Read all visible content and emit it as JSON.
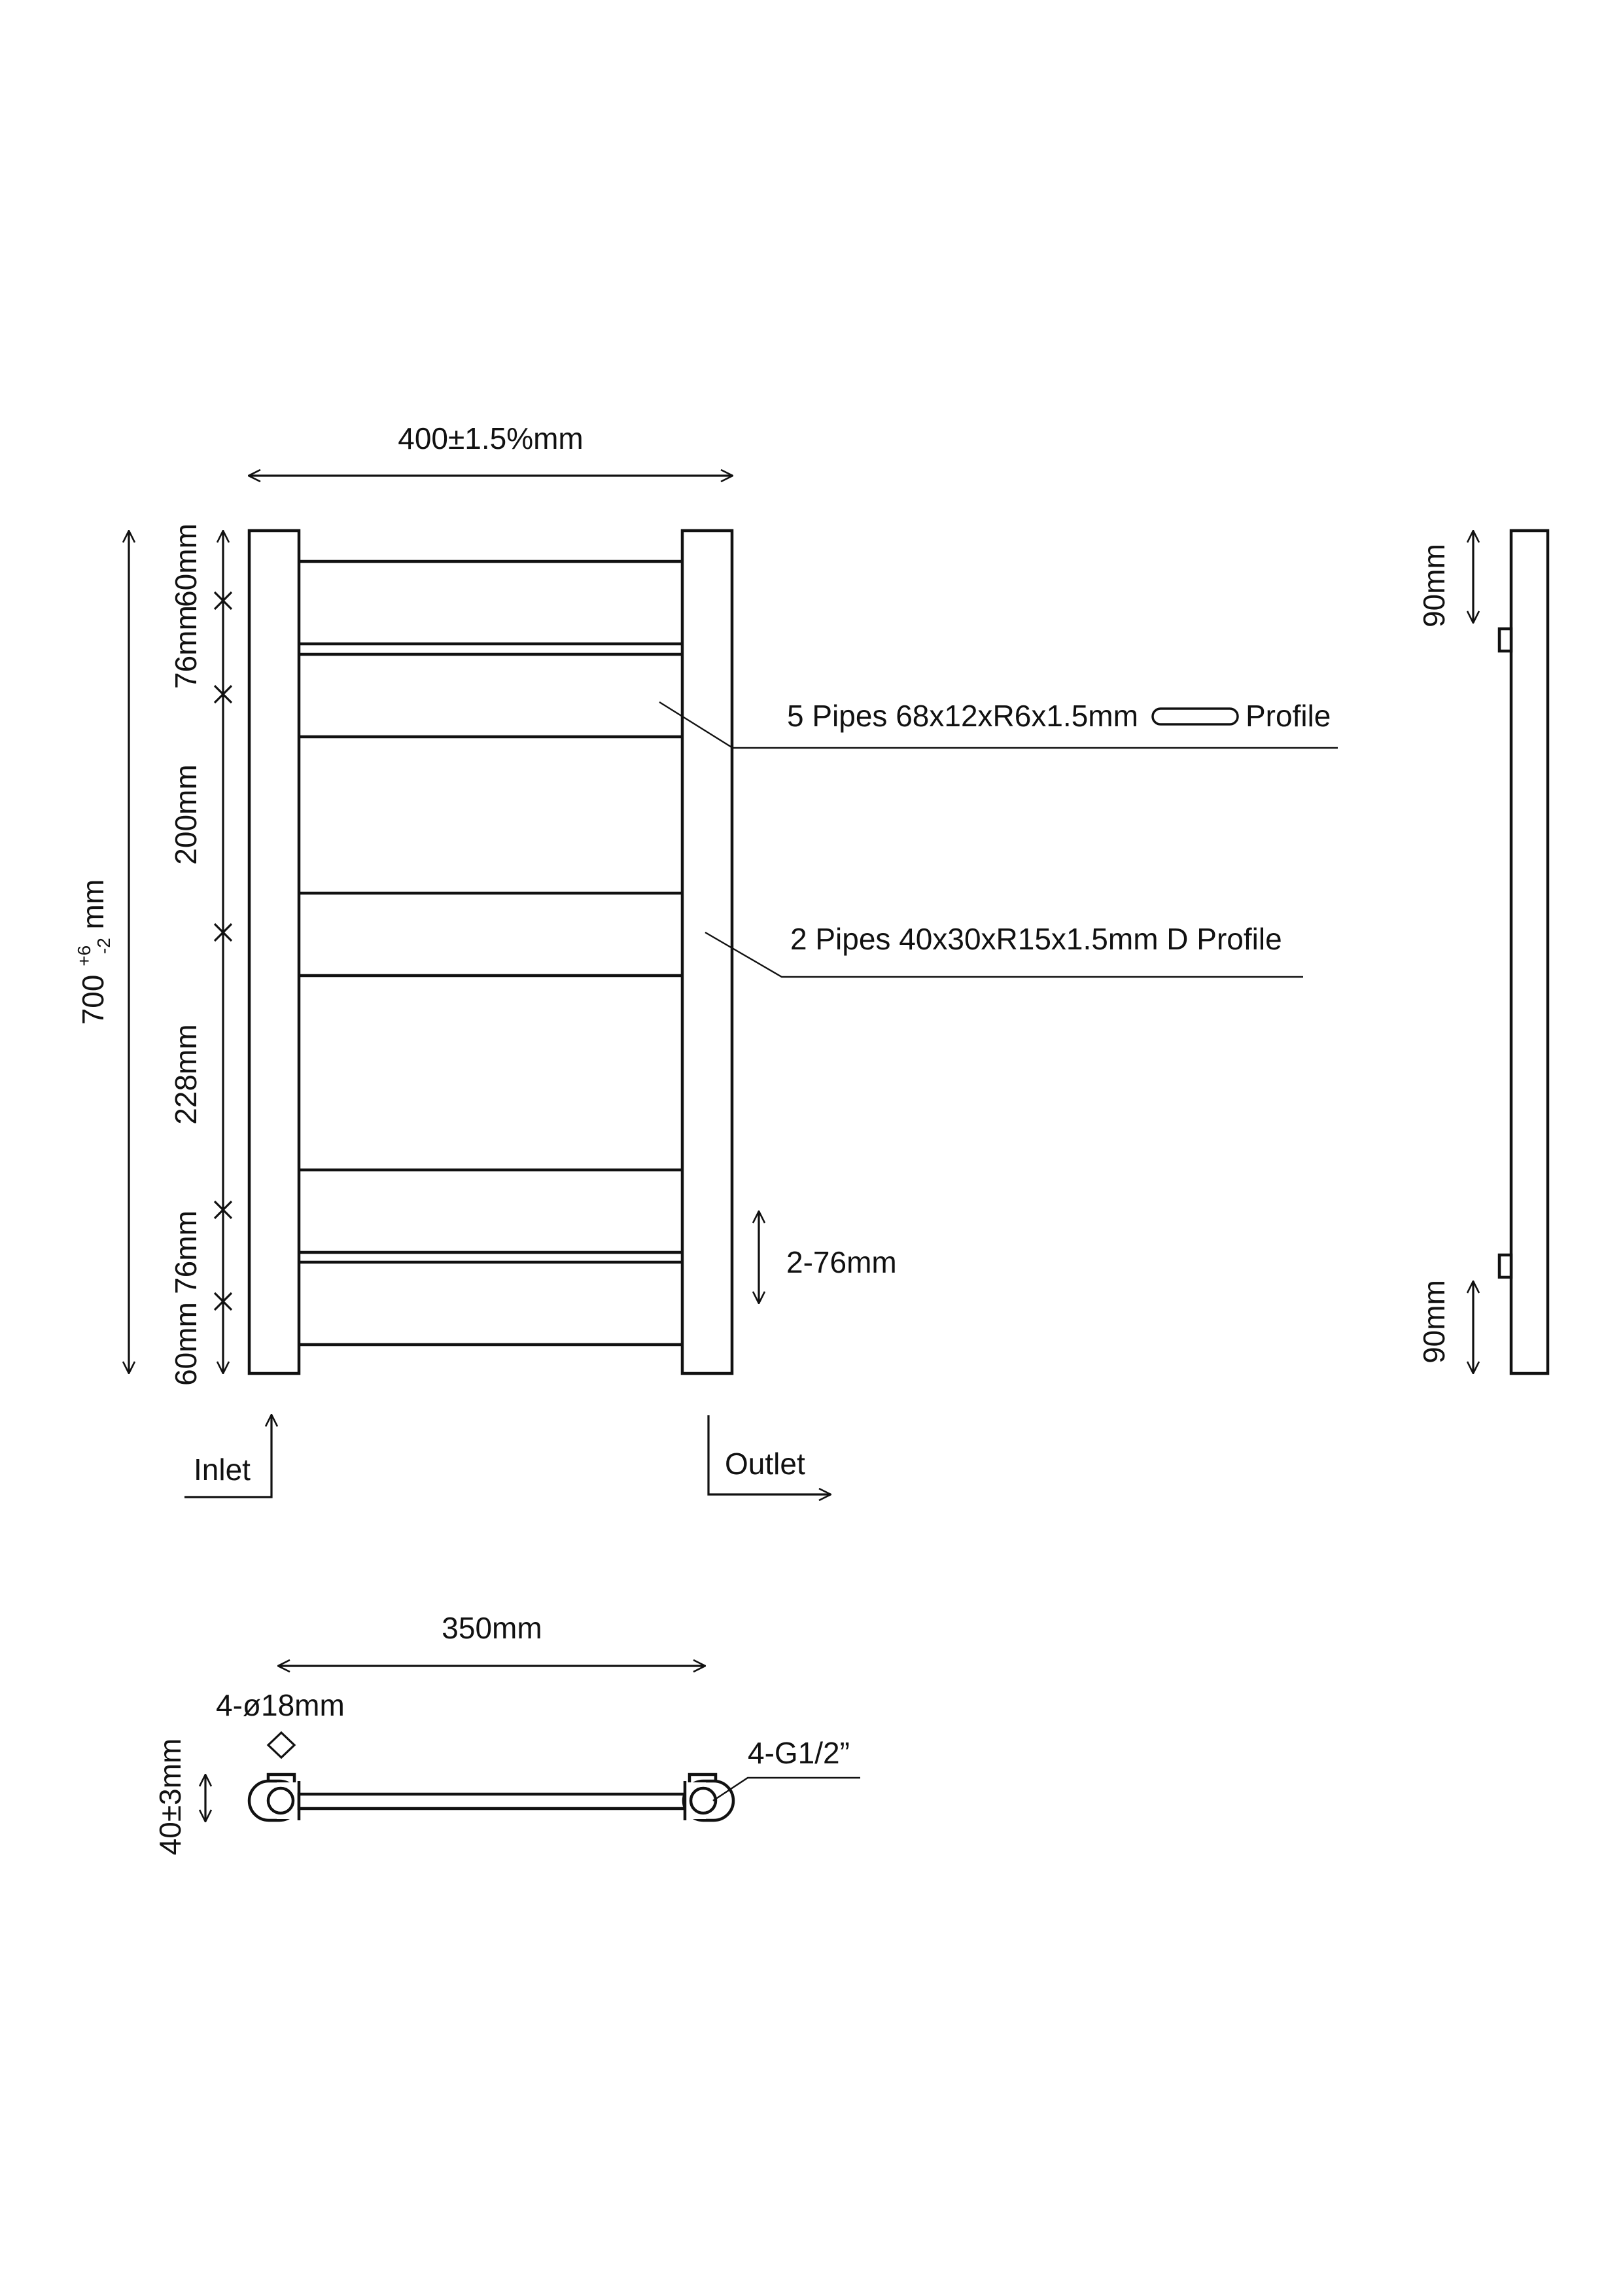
{
  "front_view": {
    "width_label": "400±1.5%mm",
    "height_label": {
      "value": "700",
      "plus": "+6",
      "minus": "-2",
      "unit": "mm"
    },
    "spacing_labels": [
      "60mm",
      "76mm",
      "200mm",
      "228mm",
      "76mm",
      "60mm"
    ],
    "pipe_note_1": "5 Pipes 68x12xR6x1.5mm",
    "pipe_note_1_suffix": "Profile",
    "pipe_note_2": "2 Pipes 40x30xR15x1.5mm D Profile",
    "gap_label": "2-76mm",
    "inlet_label": "Inlet",
    "outlet_label": "Outlet"
  },
  "side_view": {
    "top_label": "90mm",
    "bottom_label": "90mm"
  },
  "bottom_view": {
    "span_label": "350mm",
    "hole_label": "4-ø18mm",
    "depth_label": "40±3mm",
    "thread_label": "4-G1/2”"
  }
}
